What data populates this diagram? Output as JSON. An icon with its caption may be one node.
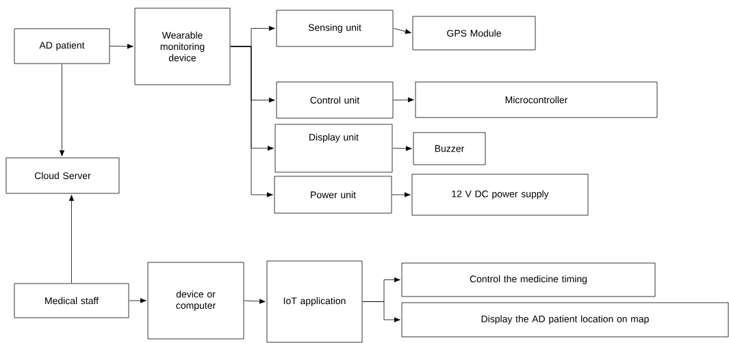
{
  "diagram": {
    "nodes": [
      {
        "text": [
          "AD patient"
        ]
      },
      {
        "text": [
          "Wearable monitoring device"
        ]
      },
      {
        "text": [
          "Sensing unit"
        ]
      },
      {
        "text": [
          "GPS Module"
        ]
      },
      {
        "text": [
          "Control unit"
        ]
      },
      {
        "text": [
          "Microcontroller"
        ]
      },
      {
        "text": [
          "Display unit"
        ]
      },
      {
        "text": [
          "Buzzer"
        ]
      },
      {
        "text": [
          "Power unit"
        ]
      },
      {
        "text": [
          "12 V DC power supply"
        ]
      },
      {
        "text": [
          "Cloud Server"
        ]
      },
      {
        "text": [
          "Medical staff"
        ]
      },
      {
        "text": [
          "device or computer"
        ]
      },
      {
        "text": [
          "IoT application"
        ]
      },
      {
        "text": [
          "Control the medicine timing"
        ]
      },
      {
        "text": [
          "Display the AD patient location on map"
        ]
      }
    ],
    "edges": [
      {
        "from": 0,
        "to": 1,
        "arrow": "to"
      },
      {
        "from": 1,
        "to": 2,
        "arrow": "to"
      },
      {
        "from": 1,
        "to": 4,
        "arrow": "to"
      },
      {
        "from": 1,
        "to": 6,
        "arrow": "to"
      },
      {
        "from": 1,
        "to": 8,
        "arrow": "to"
      },
      {
        "from": 2,
        "to": 3,
        "arrow": "to"
      },
      {
        "from": 4,
        "to": 5,
        "arrow": "to"
      },
      {
        "from": 6,
        "to": 7,
        "arrow": "to"
      },
      {
        "from": 8,
        "to": 9,
        "arrow": "to"
      },
      {
        "from": 0,
        "to": 10,
        "arrow": "to"
      },
      {
        "from": 11,
        "to": 10,
        "arrow": "to"
      },
      {
        "from": 11,
        "to": 12,
        "arrow": "to"
      },
      {
        "from": 12,
        "to": 13,
        "arrow": "to"
      },
      {
        "from": 13,
        "to": 14,
        "arrow": "to"
      },
      {
        "from": 13,
        "to": 15,
        "arrow": "to"
      }
    ]
  }
}
